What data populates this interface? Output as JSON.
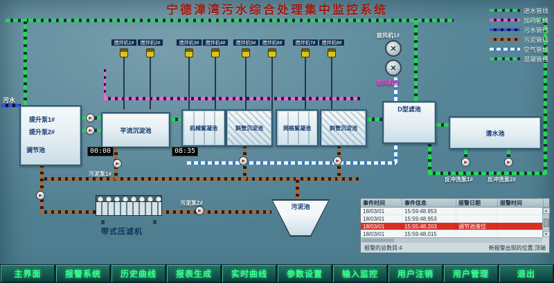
{
  "title": "宁德漳湾污水综合处理集中监控系统",
  "colors": {
    "background": "#58889a",
    "title_text": "#9c1a10",
    "pipe_inlet": "#2bd457",
    "pipe_dosing": "#ff5fd2",
    "pipe_sewage": "#3450d8",
    "pipe_sludge": "#a8683a",
    "pipe_air": "#e8f6ff",
    "menu_text": "#37ff8c",
    "alarm_highlight": "#d92f25"
  },
  "icons": {
    "pump_icon": "▶",
    "fan_icon": "✕",
    "scroll_up_icon": "▲",
    "scroll_down_icon": "▼"
  },
  "legend": {
    "items": [
      {
        "label": "进水管线",
        "color": "#2bd457"
      },
      {
        "label": "加药管线",
        "color": "#ff5fd2"
      },
      {
        "label": "污水管线",
        "color": "#3450d8"
      },
      {
        "label": "污泥管线",
        "color": "#a8683a"
      },
      {
        "label": "空气管线",
        "color": "#e8f6ff"
      },
      {
        "label": "混凝管线",
        "color": "#2bd457"
      }
    ]
  },
  "inlet": {
    "label": "污水"
  },
  "tanks": {
    "regulating": "调节池",
    "horizontal_sed": "平流沉淀池",
    "mech_floc": "机械絮凝池",
    "inclined_sed_1": "斜管沉淀池",
    "grid_floc": "网格絮凝池",
    "inclined_sed_2": "斜管沉淀池",
    "d_filter": "D型滤池",
    "clear_water": "清水池",
    "sludge": "污泥池",
    "belt_press": "带式压滤机"
  },
  "pumps": {
    "lift1": "提升泵1#",
    "lift2": "提升泵2#",
    "sludge1": "污泥泵1#",
    "sludge2": "污泥泵2#",
    "backwash1": "反冲洗泵1#",
    "backwash2": "反冲洗泵2#"
  },
  "blowers": {
    "b1": "鼓风机1#",
    "b2": "鼓风机2#"
  },
  "mixers": [
    {
      "label": "搅拌机1#"
    },
    {
      "label": "搅拌机2#"
    },
    {
      "label": "搅拌机3#"
    },
    {
      "label": "搅拌机4#"
    },
    {
      "label": "搅拌机5#"
    },
    {
      "label": "搅拌机6#"
    },
    {
      "label": "搅拌机7#"
    },
    {
      "label": "搅拌机8#"
    }
  ],
  "timers": {
    "t1": "00:00",
    "t2": "08:35"
  },
  "alarm_panel": {
    "columns": [
      "事件时间",
      "事件信息",
      "报警日期",
      "报警时间"
    ],
    "rows": [
      {
        "cells": [
          "18/03/01",
          "15:59:48.953",
          "",
          ""
        ]
      },
      {
        "cells": [
          "18/03/01",
          "15:59:48.953",
          "",
          ""
        ]
      },
      {
        "cells": [
          "18/03/01",
          "15:55:48.203",
          "调节池液位",
          ""
        ],
        "highlight": true
      },
      {
        "cells": [
          "18/03/01",
          "15:59:48.015",
          "",
          ""
        ]
      }
    ],
    "summary_total": "报警的总数目:4",
    "summary_position": "新报警出现的位置:顶端"
  },
  "menu": {
    "items": [
      {
        "label": "主界面"
      },
      {
        "label": "报警系统"
      },
      {
        "label": "历史曲线"
      },
      {
        "label": "报表生成"
      },
      {
        "label": "实时曲线"
      },
      {
        "label": "参数设置"
      },
      {
        "label": "输入监控"
      },
      {
        "label": "用户注销"
      },
      {
        "label": "用户管理"
      },
      {
        "label": "退出"
      }
    ]
  }
}
